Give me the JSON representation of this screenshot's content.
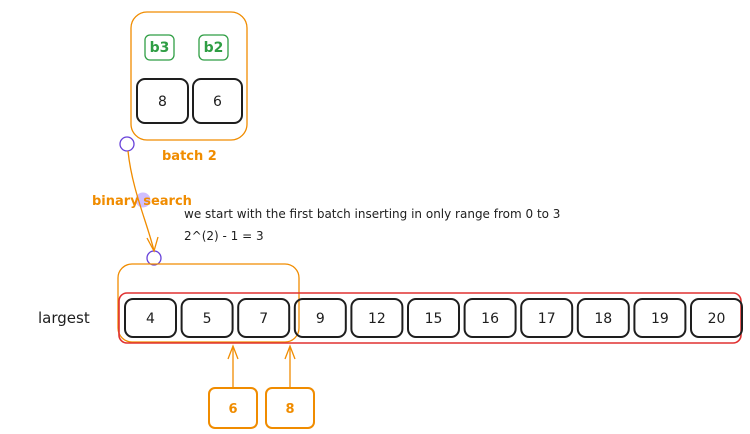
{
  "batch": {
    "label": "batch 2",
    "tags": [
      "b3",
      "b2"
    ],
    "values": [
      "8",
      "6"
    ]
  },
  "binary_search_label": "binary search",
  "note": {
    "line1": "we start with the first batch inserting in only range from 0 to 3",
    "line2": "2^(2) - 1 = 3"
  },
  "array": {
    "label": "largest",
    "values": [
      "4",
      "5",
      "7",
      "9",
      "12",
      "15",
      "16",
      "17",
      "18",
      "19",
      "20"
    ]
  },
  "inserting": [
    "6",
    "8"
  ],
  "colors": {
    "orange": "#f08c00",
    "green": "#2f9e44",
    "red": "#e03131",
    "ink": "#1e1e1e",
    "purple": "#6741d9",
    "purple_fill": "#d0bfff"
  }
}
